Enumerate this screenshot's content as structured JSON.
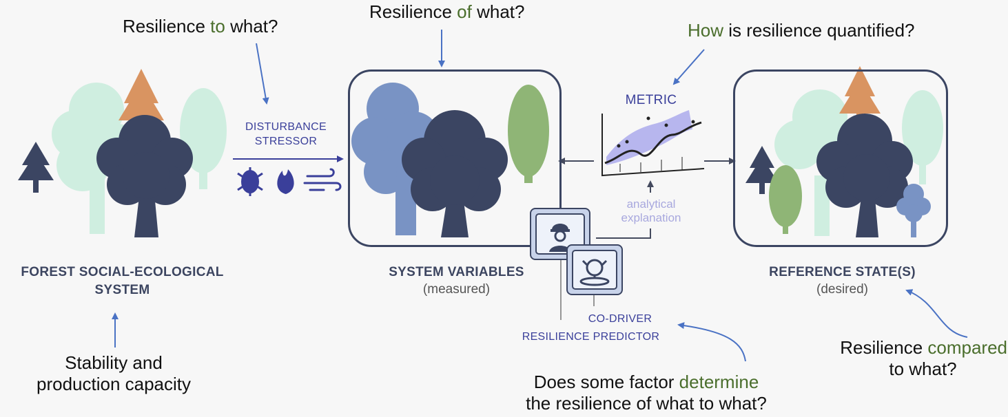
{
  "questions": {
    "to": {
      "pre": "Resilience ",
      "hl": "to",
      "post": " what?"
    },
    "of": {
      "pre": "Resilience ",
      "hl": "of",
      "post": " what?"
    },
    "how": {
      "hl": "How",
      "post": " is resilience quantified?"
    },
    "compared": {
      "pre": "Resilience ",
      "hl": "compared",
      "line2": "to what?"
    },
    "determine": {
      "pre": "Does some factor ",
      "hl": "determine",
      "line2": "the resilience of what to what?"
    }
  },
  "stability": {
    "line1": "Stability and",
    "line2": "production capacity"
  },
  "captions": {
    "forest_line1": "FOREST SOCIAL-ECOLOGICAL",
    "forest_line2": "SYSTEM",
    "system_variables": "SYSTEM VARIABLES",
    "measured": "(measured)",
    "reference": "REFERENCE STATE(S)",
    "desired": "(desired)"
  },
  "labels": {
    "disturbance": "DISTURBANCE",
    "stressor": "STRESSOR",
    "metric": "METRIC",
    "analytical_line1": "analytical",
    "analytical_line2": "explanation",
    "co_driver": "CO-DRIVER",
    "resilience_predictor": "RESILIENCE PREDICTOR"
  },
  "icons": [
    "bug-icon",
    "fire-icon",
    "wind-icon",
    "worker-icon",
    "fortune-teller-icon"
  ],
  "colors": {
    "highlight": "#4a6e2c",
    "navy": "#3b4562",
    "arrow_blue": "#4a72c4",
    "label_purple": "#3a3f9a",
    "mint_tree": "#cfeee0",
    "orange_tree": "#d99461",
    "blue_tree": "#7993c4",
    "green_tree": "#8fb576"
  }
}
